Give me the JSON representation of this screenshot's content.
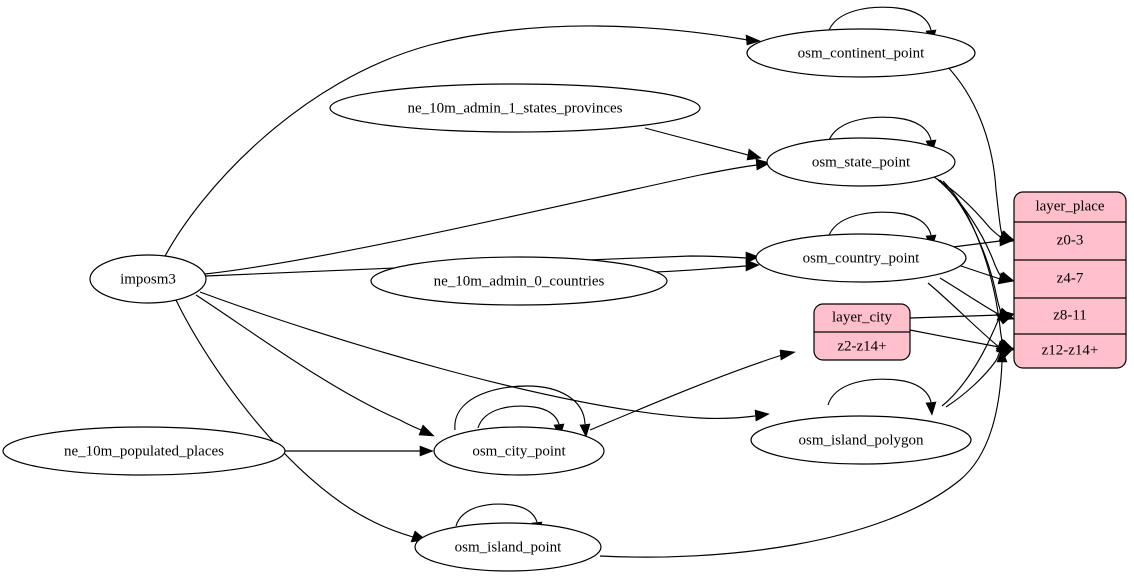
{
  "diagram": {
    "title": "imposm3 place layers dependency graph",
    "background_color": "#ffffff",
    "edge_color": "#000000",
    "ellipse_fill": "#ffffff",
    "record_fill": "#ffc0cb",
    "nodes": {
      "imposm3": {
        "label": "imposm3",
        "shape": "ellipse"
      },
      "ne_states": {
        "label": "ne_10m_admin_1_states_provinces",
        "shape": "ellipse"
      },
      "ne_countries": {
        "label": "ne_10m_admin_0_countries",
        "shape": "ellipse"
      },
      "ne_populated": {
        "label": "ne_10m_populated_places",
        "shape": "ellipse"
      },
      "osm_continent_point": {
        "label": "osm_continent_point",
        "shape": "ellipse"
      },
      "osm_state_point": {
        "label": "osm_state_point",
        "shape": "ellipse"
      },
      "osm_country_point": {
        "label": "osm_country_point",
        "shape": "ellipse"
      },
      "osm_city_point": {
        "label": "osm_city_point",
        "shape": "ellipse"
      },
      "osm_island_point": {
        "label": "osm_island_point",
        "shape": "ellipse"
      },
      "osm_island_polygon": {
        "label": "osm_island_polygon",
        "shape": "ellipse"
      }
    },
    "records": {
      "layer_city": {
        "title": "layer_city",
        "rows": [
          "z2-z14+"
        ],
        "fill": "#ffc0cb"
      },
      "layer_place": {
        "title": "layer_place",
        "rows": [
          "z0-3",
          "z4-7",
          "z8-11",
          "z12-z14+"
        ],
        "fill": "#ffc0cb"
      }
    },
    "edges": [
      {
        "from": "imposm3",
        "to": "osm_continent_point"
      },
      {
        "from": "imposm3",
        "to": "osm_state_point"
      },
      {
        "from": "imposm3",
        "to": "osm_country_point"
      },
      {
        "from": "imposm3",
        "to": "osm_city_point"
      },
      {
        "from": "imposm3",
        "to": "osm_island_point"
      },
      {
        "from": "imposm3",
        "to": "osm_island_polygon"
      },
      {
        "from": "ne_states",
        "to": "osm_state_point"
      },
      {
        "from": "ne_countries",
        "to": "osm_country_point"
      },
      {
        "from": "ne_populated",
        "to": "osm_city_point"
      },
      {
        "from": "osm_continent_point",
        "to": "osm_continent_point"
      },
      {
        "from": "osm_state_point",
        "to": "osm_state_point"
      },
      {
        "from": "osm_country_point",
        "to": "osm_country_point"
      },
      {
        "from": "osm_city_point",
        "to": "osm_city_point"
      },
      {
        "from": "osm_island_point",
        "to": "osm_island_point"
      },
      {
        "from": "osm_island_polygon",
        "to": "osm_island_polygon"
      },
      {
        "from": "osm_continent_point",
        "to": "layer_place.z0-3"
      },
      {
        "from": "osm_state_point",
        "to": "layer_place.z0-3"
      },
      {
        "from": "osm_state_point",
        "to": "layer_place.z4-7"
      },
      {
        "from": "osm_state_point",
        "to": "layer_place.z8-11"
      },
      {
        "from": "osm_state_point",
        "to": "layer_place.z12-z14+"
      },
      {
        "from": "osm_country_point",
        "to": "layer_place.z0-3"
      },
      {
        "from": "osm_country_point",
        "to": "layer_place.z4-7"
      },
      {
        "from": "osm_country_point",
        "to": "layer_place.z8-11"
      },
      {
        "from": "osm_country_point",
        "to": "layer_place.z12-z14+"
      },
      {
        "from": "layer_city",
        "to": "layer_place.z8-11"
      },
      {
        "from": "layer_city",
        "to": "layer_place.z12-z14+"
      },
      {
        "from": "osm_island_polygon",
        "to": "layer_place.z8-11"
      },
      {
        "from": "osm_island_polygon",
        "to": "layer_place.z12-z14+"
      },
      {
        "from": "osm_island_point",
        "to": "layer_place.z12-z14+"
      },
      {
        "from": "osm_city_point",
        "to": "layer_city.z2-z14+"
      }
    ]
  }
}
